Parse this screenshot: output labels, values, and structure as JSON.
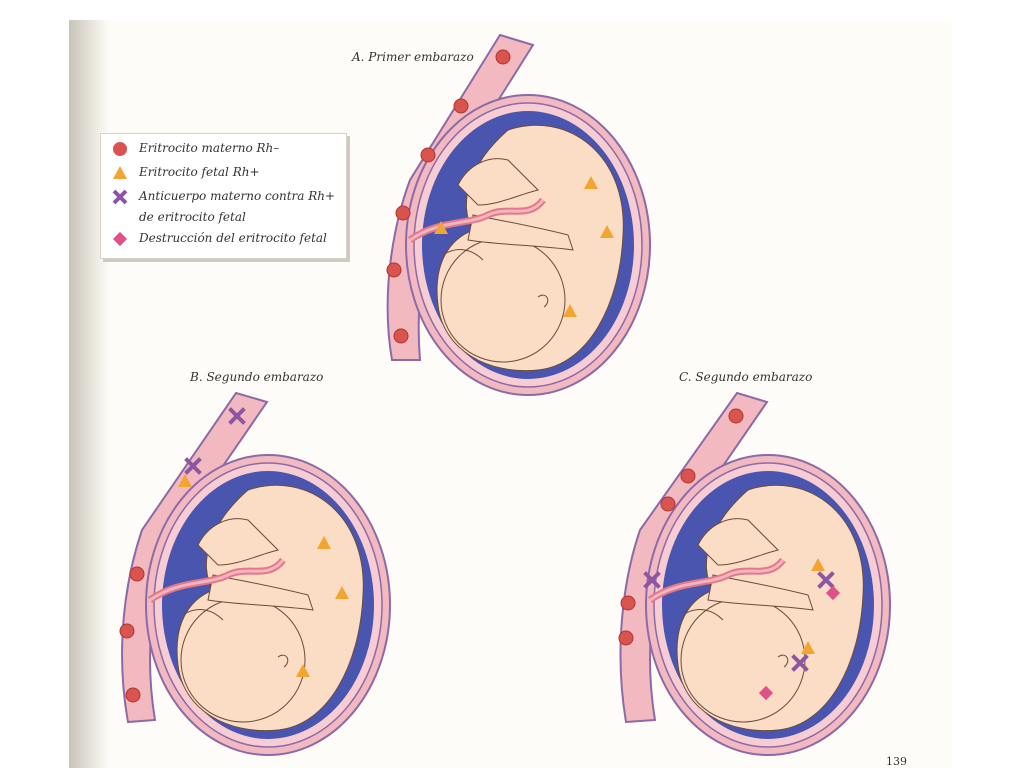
{
  "legend": {
    "maternal_rbc": "Eritrocito materno Rh–",
    "fetal_rbc": "Eritrocito fetal Rh+",
    "antibody_line1": "Anticuerpo materno contra Rh+",
    "antibody_line2": "de eritrocito fetal",
    "destruction": "Destrucción del eritrocito fetal"
  },
  "panels": {
    "a": "A. Primer embarazo",
    "b": "B. Segundo embarazo",
    "c": "C. Segundo embarazo"
  },
  "page_number": "139",
  "colors": {
    "maternal_rbc": "#d9534f",
    "fetal_rbc": "#f2a531",
    "antibody": "#8d55a3",
    "destruction": "#e0508a",
    "uterus_wall": "#f2b9c0",
    "amniotic": "#4a55b0",
    "fetus_skin": "#fbdcc4"
  }
}
